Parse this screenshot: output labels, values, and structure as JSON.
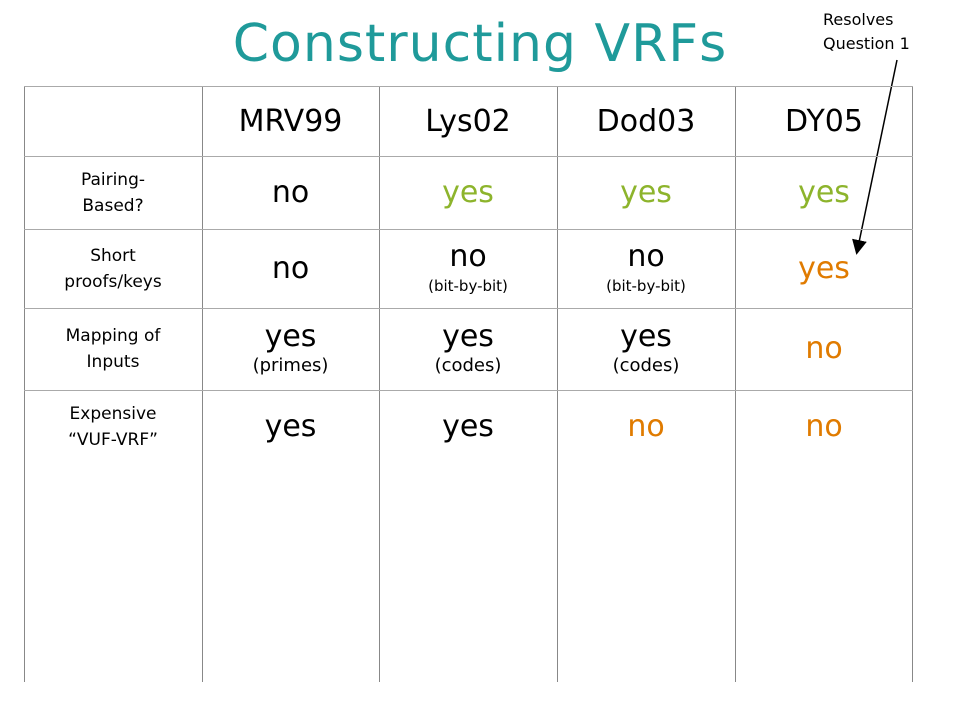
{
  "title": "Constructing VRFs",
  "note": [
    "Resolves",
    "Question 1"
  ],
  "colors": {
    "title": "#1f9a9a",
    "yes": "#8db42c",
    "no": "#e07b00",
    "plain": "#000000"
  },
  "table": {
    "headers": [
      "MRV99",
      "Lys02",
      "Dod03",
      "DY05"
    ],
    "rows": [
      {
        "label": [
          "Pairing-",
          "Based?"
        ],
        "cells": [
          {
            "value": "no",
            "color": "plain"
          },
          {
            "value": "yes",
            "color": "yes"
          },
          {
            "value": "yes",
            "color": "yes"
          },
          {
            "value": "yes",
            "color": "yes"
          }
        ]
      },
      {
        "label": [
          "Short",
          "proofs/keys"
        ],
        "cells": [
          {
            "value": "no",
            "color": "plain"
          },
          {
            "value": "no",
            "sub": "(bit-by-bit)",
            "color": "plain"
          },
          {
            "value": "no",
            "sub": "(bit-by-bit)",
            "color": "plain"
          },
          {
            "value": "yes",
            "color": "no"
          }
        ]
      },
      {
        "label": [
          "Mapping of",
          "Inputs"
        ],
        "cells": [
          {
            "value": "yes",
            "sub": "(primes)",
            "color": "plain"
          },
          {
            "value": "yes",
            "sub": "(codes)",
            "color": "plain"
          },
          {
            "value": "yes",
            "sub": "(codes)",
            "color": "plain"
          },
          {
            "value": "no",
            "color": "no"
          }
        ]
      },
      {
        "label": [
          "Expensive",
          "“VUF-VRF”"
        ],
        "cells": [
          {
            "value": "yes",
            "color": "plain"
          },
          {
            "value": "yes",
            "color": "plain"
          },
          {
            "value": "no",
            "color": "no"
          },
          {
            "value": "no",
            "color": "no"
          }
        ]
      }
    ]
  }
}
